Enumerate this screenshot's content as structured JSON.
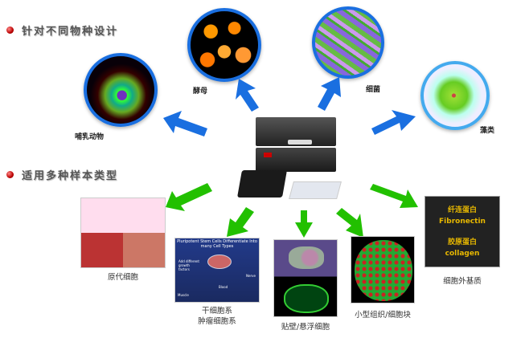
{
  "headings": {
    "species": "针对不同物种设计",
    "samples": "适用多种样本类型"
  },
  "species": [
    {
      "label": "哺乳动物"
    },
    {
      "label": "酵母"
    },
    {
      "label": "细菌"
    },
    {
      "label": "藻类"
    }
  ],
  "samples": {
    "primary": "原代细胞",
    "stem": [
      "干细胞系",
      "肿瘤细胞系"
    ],
    "stem_figure": {
      "title": "Pluripotent Stem Cells Differentiate Into many Cell Types",
      "note": "Add different growth factors",
      "muscle": "Muscle",
      "blood": "Blood",
      "nerve": "Nerve"
    },
    "adherent": "贴壁/悬浮细胞",
    "tissue": "小型组织/细胞块",
    "ecm": "细胞外基质",
    "ecm_box": [
      "纤连蛋白",
      "Fibronectin",
      "胶原蛋白",
      "collagen"
    ]
  },
  "colors": {
    "blue_arrow": "#1a6fe0",
    "green_arrow": "#22c000",
    "ecm_text": "#e8b800"
  }
}
